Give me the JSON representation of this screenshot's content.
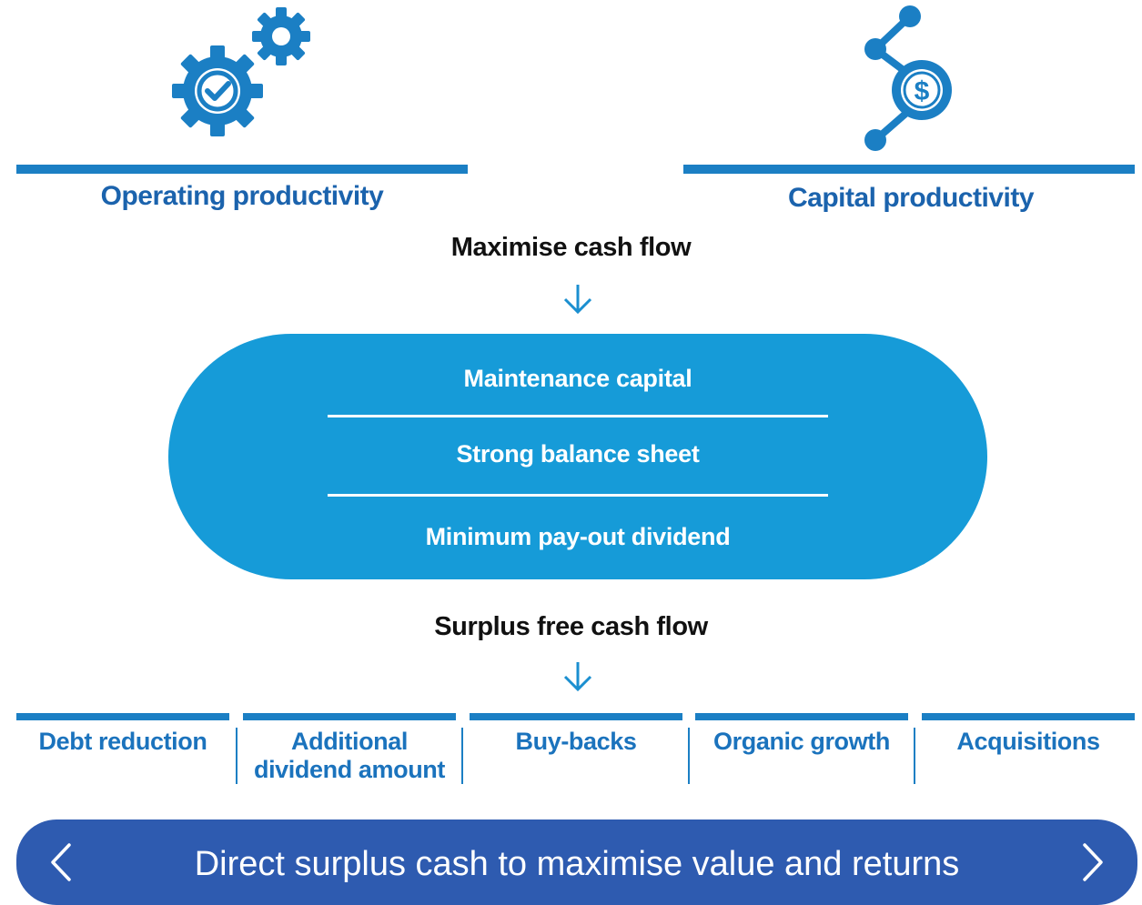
{
  "pillars": {
    "operating": {
      "label": "Operating productivity",
      "icon": "gears-check-icon"
    },
    "capital": {
      "label": "Capital productivity",
      "icon": "dollar-network-icon"
    }
  },
  "headings": {
    "maximise": "Maximise cash flow",
    "surplus": "Surplus free cash flow"
  },
  "priorities": [
    "Maintenance capital",
    "Strong balance sheet",
    "Minimum pay-out dividend"
  ],
  "options": [
    "Debt reduction",
    "Additional dividend amount",
    "Buy-backs",
    "Organic growth",
    "Acquisitions"
  ],
  "nav": {
    "caption": "Direct surplus cash to maximise value and returns",
    "prev_icon": "chevron-left-icon",
    "next_icon": "chevron-right-icon"
  },
  "colors": {
    "primary_blue": "#1b7fc4",
    "pill_blue": "#169bd8",
    "nav_blue": "#2e5bb0",
    "text_dark": "#111111"
  }
}
